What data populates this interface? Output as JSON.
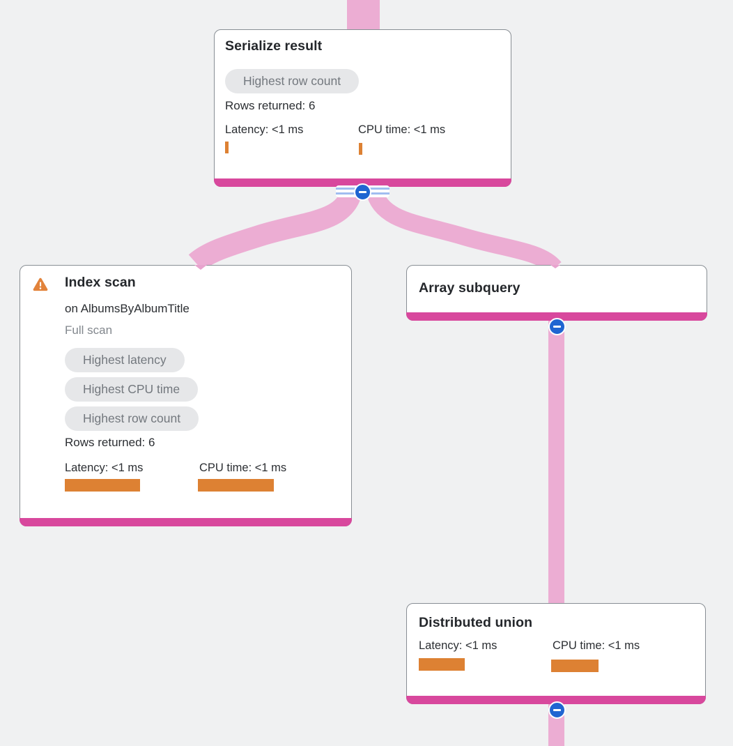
{
  "diagram": {
    "type": "query-execution-plan-tree",
    "colors": {
      "background": "#f0f1f2",
      "card_accent_bar": "#d8489d",
      "edge_pink": "#ecadd3",
      "metric_bar_orange": "#dd8133",
      "warning_orange": "#e2833b",
      "badge_background": "#e6e7e9",
      "badge_text": "#73787e",
      "collapse_button_blue": "#2065d1"
    },
    "nodes": {
      "serialize_result": {
        "title": "Serialize result",
        "badges": [
          "Highest row count"
        ],
        "rows_returned": "Rows returned: 6",
        "latency_label": "Latency: <1 ms",
        "cpu_label": "CPU time: <1 ms"
      },
      "index_scan": {
        "title": "Index scan",
        "subtitle": "on AlbumsByAlbumTitle",
        "note": "Full scan",
        "warning_icon": "warning-triangle",
        "badges": [
          "Highest latency",
          "Highest CPU time",
          "Highest row count"
        ],
        "rows_returned": "Rows returned: 6",
        "latency_label": "Latency: <1 ms",
        "cpu_label": "CPU time: <1 ms"
      },
      "array_subquery": {
        "title": "Array subquery"
      },
      "distributed_union": {
        "title": "Distributed union",
        "latency_label": "Latency: <1 ms",
        "cpu_label": "CPU time: <1 ms"
      }
    },
    "edges": [
      {
        "from": "parent-above",
        "to": "serialize_result"
      },
      {
        "from": "serialize_result",
        "to": "index_scan"
      },
      {
        "from": "serialize_result",
        "to": "array_subquery"
      },
      {
        "from": "array_subquery",
        "to": "distributed_union"
      },
      {
        "from": "distributed_union",
        "to": "child-below"
      }
    ]
  }
}
